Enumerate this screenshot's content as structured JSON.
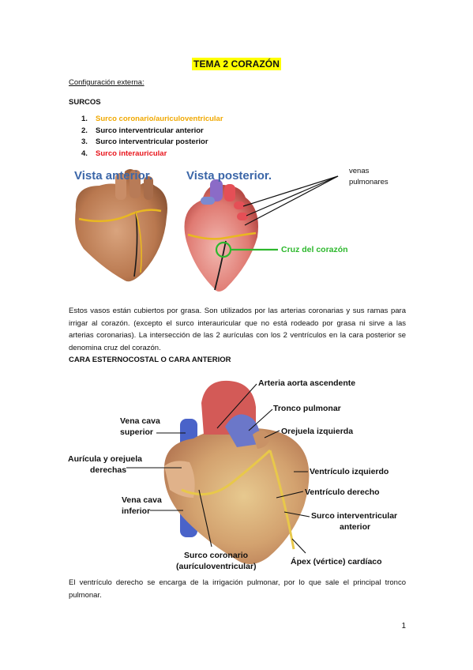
{
  "title": "TEMA 2 CORAZÓN",
  "external_config": "Configuración externa:",
  "surcos": {
    "heading": "SURCOS",
    "items": [
      {
        "num": "1.",
        "text": "Surco coronario/auriculoventricular",
        "color": "#f0a800"
      },
      {
        "num": "2.",
        "text": "Surco interventricular anterior",
        "color": "#111111"
      },
      {
        "num": "3.",
        "text": "Surco interventricular posterior",
        "color": "#111111"
      },
      {
        "num": "4.",
        "text": "Surco interauricular",
        "color": "#e8141b"
      }
    ]
  },
  "figure1": {
    "vista_anterior": "Vista anterior.",
    "vista_posterior": "Vista posterior.",
    "venas_line1": "venas",
    "venas_line2": "pulmonares",
    "cruz": "Cruz del corazón"
  },
  "paragraph1": "Estos vasos están cubiertos por grasa. Son utilizados por las arterias coronarias y sus ramas para irrigar al corazón. (excepto el surco interauricular que no está rodeado por grasa ni sirve a las arterias coronarias). La intersección de las 2 aurículas con los 2 ventrículos en la cara posterior se denomina cruz del corazón.",
  "cara_heading": "CARA ESTERNOCOSTAL O CARA ANTERIOR",
  "figure2": {
    "aorta": "Arteria aorta ascendente",
    "tronco": "Tronco pulmonar",
    "vcs1": "Vena cava",
    "vcs2": "superior",
    "orejuela_izq": "Orejuela izquierda",
    "auricula1": "Aurícula  y orejuela",
    "auricula2": "derechas",
    "vent_izq": "Ventrículo izquierdo",
    "vent_der": "Ventrículo derecho",
    "vci1": "Vena cava",
    "vci2": "inferior",
    "surco_iv1": "Surco interventricular",
    "surco_iv2": "anterior",
    "surco_cor1": "Surco coronario",
    "surco_cor2": "(aurículoventricular)",
    "apex": "Ápex (vértice) cardíaco"
  },
  "paragraph2": "El ventrículo derecho se encarga de la irrigación pulmonar, por lo que sale el principal tronco pulmonar.",
  "page_number": "1",
  "colors": {
    "highlight": "#ffff00",
    "label_blue": "#3b66a8",
    "cruz_green": "#2db82d"
  }
}
